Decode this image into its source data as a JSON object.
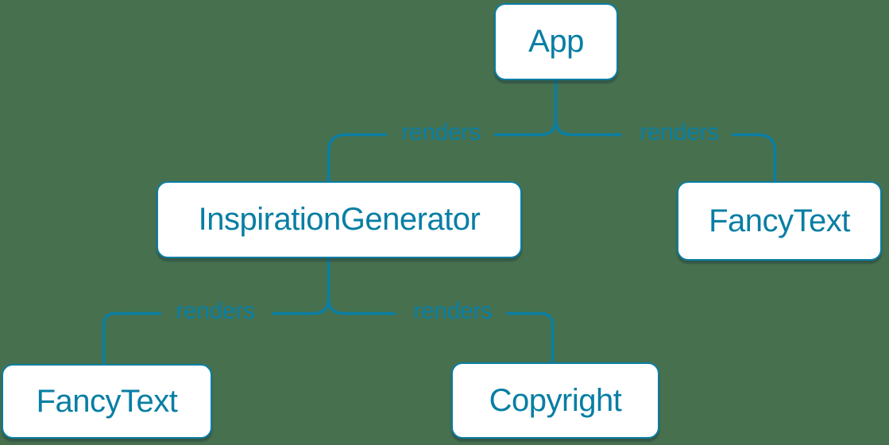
{
  "diagram": {
    "colors": {
      "background": "#47714E",
      "accent_blue": "#0A7EA4",
      "node_fill": "#FFFFFF",
      "node_text": "#087EA4"
    },
    "nodes": [
      {
        "id": "app",
        "label": "App"
      },
      {
        "id": "inspiration-generator",
        "label": "InspirationGenerator"
      },
      {
        "id": "fancy-text-top",
        "label": "FancyText"
      },
      {
        "id": "fancy-text-bottom",
        "label": "FancyText"
      },
      {
        "id": "copyright",
        "label": "Copyright"
      }
    ],
    "edges": [
      {
        "from": "App",
        "to": "InspirationGenerator",
        "label": "renders"
      },
      {
        "from": "App",
        "to": "FancyText",
        "label": "renders"
      },
      {
        "from": "InspirationGenerator",
        "to": "FancyText",
        "label": "renders"
      },
      {
        "from": "InspirationGenerator",
        "to": "Copyright",
        "label": "renders"
      }
    ]
  }
}
